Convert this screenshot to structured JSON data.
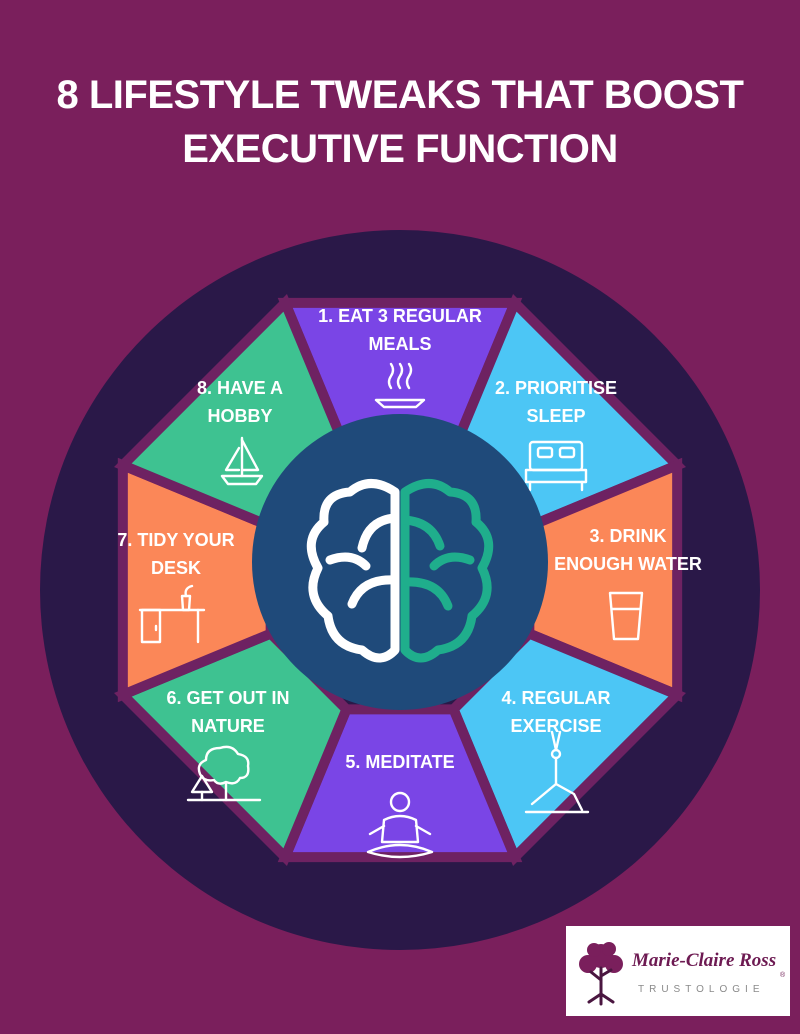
{
  "title": {
    "line1": "8 LIFESTYLE TWEAKS THAT BOOST",
    "line2": "EXECUTIVE FUNCTION"
  },
  "segments": [
    {
      "lines": [
        "1. EAT 3 REGULAR",
        "MEALS"
      ],
      "icon": "steaming-plate-icon",
      "color": "#7a45e6"
    },
    {
      "lines": [
        "2. PRIORITISE",
        "SLEEP"
      ],
      "icon": "bed-icon",
      "color": "#4cc6f5"
    },
    {
      "lines": [
        "3. DRINK",
        "ENOUGH WATER"
      ],
      "icon": "glass-of-water-icon",
      "color": "#fb8758"
    },
    {
      "lines": [
        "4. REGULAR",
        "EXERCISE"
      ],
      "icon": "yoga-pose-icon",
      "color": "#4cc6f5"
    },
    {
      "lines": [
        "5. MEDITATE"
      ],
      "icon": "meditating-person-icon",
      "color": "#7a45e6"
    },
    {
      "lines": [
        "6. GET OUT IN",
        "NATURE"
      ],
      "icon": "trees-icon",
      "color": "#3ec291"
    },
    {
      "lines": [
        "7. TIDY YOUR",
        "DESK"
      ],
      "icon": "desk-with-plant-icon",
      "color": "#fb8758"
    },
    {
      "lines": [
        "8. HAVE A",
        "HOBBY"
      ],
      "icon": "sailboat-icon",
      "color": "#3ec291"
    }
  ],
  "center": {
    "icon": "brain-icon"
  },
  "colors": {
    "background": "#7a1f5c",
    "ring": "#2a1848",
    "center_circle": "#1f4a7a",
    "separator": "#6e2262",
    "brain_left": "#ffffff",
    "brain_right": "#1fae8c"
  },
  "logo": {
    "name": "Marie-Claire Ross",
    "tagline": "TRUSTOLOGIE",
    "registered": "®",
    "icon": "tree-logo-icon"
  }
}
